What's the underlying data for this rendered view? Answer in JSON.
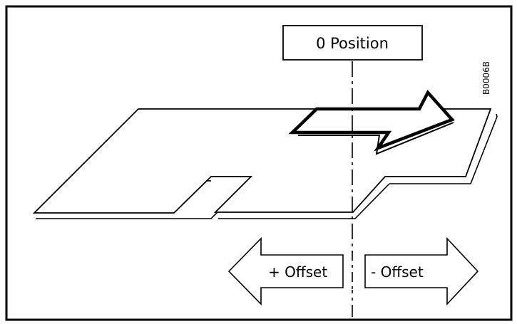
{
  "labels": {
    "zero_position": "0 Position",
    "plus_offset": "+ Offset",
    "minus_offset": "- Offset",
    "figure_code": "B0006B"
  }
}
